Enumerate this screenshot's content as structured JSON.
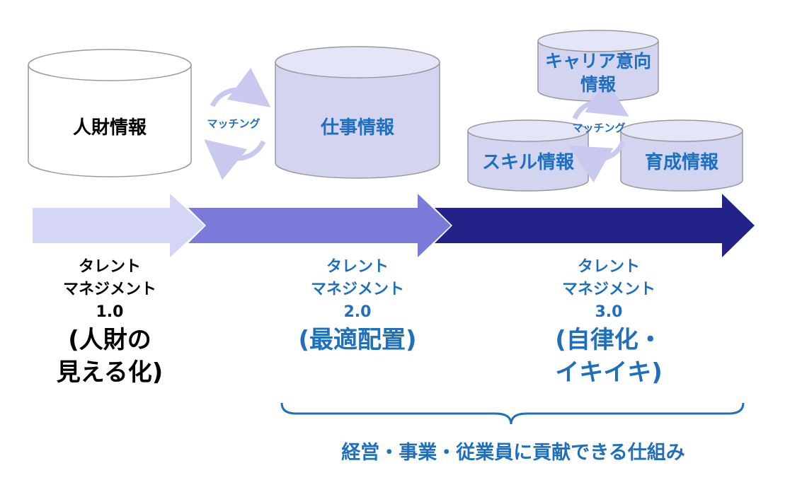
{
  "colors": {
    "cylinder_white_fill": "#ffffff",
    "cylinder_stroke": "#9a9a9a",
    "cylinder_lav_fill": "#d2d4f0",
    "cylinder_lav_top": "#e4e5f7",
    "arrow_light": "#d5d5f5",
    "arrow_mid": "#7a7ad8",
    "arrow_dark": "#222288",
    "text_blue": "#1f6fbf",
    "cycle_arrow": "#c9c9f0"
  },
  "cylinders": {
    "talent_info": "人財情報",
    "job_info": "仕事情報",
    "career_info_line1": "キャリア意向",
    "career_info_line2": "情報",
    "skill_info": "スキル情報",
    "training_info": "育成情報"
  },
  "matching": {
    "left": "マッチング",
    "right": "マッチング"
  },
  "stages": [
    {
      "line1": "タレント",
      "line2": "マネジメント",
      "version": "1.0",
      "sub1": "(人財の",
      "sub2": "見える化)"
    },
    {
      "line1": "タレント",
      "line2": "マネジメント",
      "version": "2.0",
      "sub1": "(最適配置)"
    },
    {
      "line1": "タレント",
      "line2": "マネジメント",
      "version": "3.0",
      "sub1": "(自律化・",
      "sub2": "イキイキ)"
    }
  ],
  "footer": "経営・事業・従業員に貢献できる仕組み",
  "icons": [
    "cycle-arrows-icon",
    "cylinder-icon",
    "chevron-arrow-icon",
    "curly-brace-icon"
  ]
}
